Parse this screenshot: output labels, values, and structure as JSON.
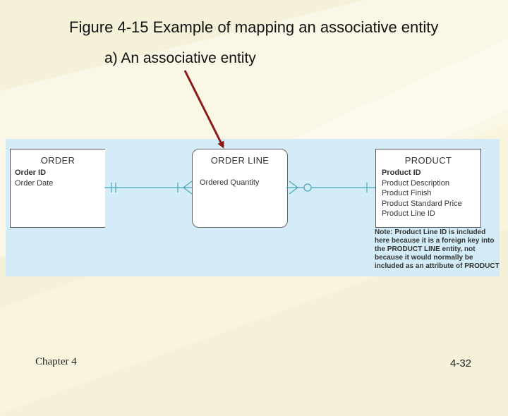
{
  "slide": {
    "title": "Figure 4-15 Example of mapping an associative entity",
    "subtitle": "a) An associative entity",
    "footer_left": "Chapter 4",
    "footer_right": "4-32"
  },
  "diagram": {
    "order": {
      "name": "ORDER",
      "attributes": [
        {
          "label": "Order ID",
          "key": true
        },
        {
          "label": "Order Date",
          "key": false
        }
      ]
    },
    "order_line": {
      "name": "ORDER LINE",
      "attributes": [
        {
          "label": "Ordered Quantity",
          "key": false
        }
      ]
    },
    "product": {
      "name": "PRODUCT",
      "attributes": [
        {
          "label": "Product ID",
          "key": true
        },
        {
          "label": "Product Description",
          "key": false
        },
        {
          "label": "Product Finish",
          "key": false
        },
        {
          "label": "Product Standard Price",
          "key": false
        },
        {
          "label": "Product Line ID",
          "key": false
        }
      ]
    },
    "note": "Note: Product Line ID is included here because it is a foreign key into the PRODUCT LINE entity, not because it would normally be included as an attribute of PRODUCT"
  },
  "colors": {
    "panel_bg": "#d4ecf7",
    "connector": "#4aa6b4",
    "arrow": "#8b1a1a"
  }
}
